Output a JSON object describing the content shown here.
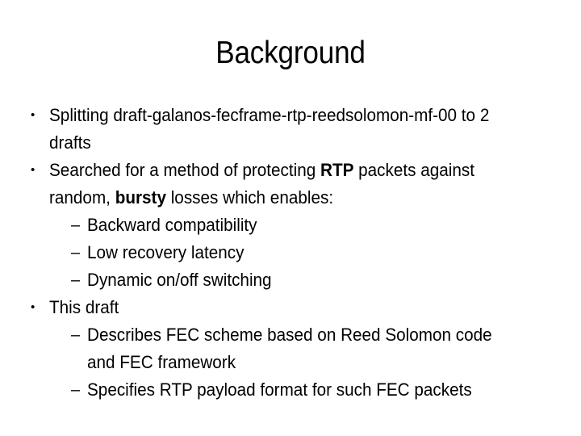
{
  "slide": {
    "title": "Background",
    "background_color": "#ffffff",
    "text_color": "#000000",
    "bullet_marker": "•",
    "dash_marker": "–",
    "content": [
      {
        "level": 1,
        "marker": "•",
        "text": "Splitting draft-galanos-fecframe-rtp-reedsolomon-mf-00 to 2 drafts",
        "html": "Splitting draft-galanos-fecframe-rtp-reedsolomon-mf-00 to 2 drafts"
      },
      {
        "level": 1,
        "marker": "•",
        "text": "Searched for a method of protecting RTP packets against random, bursty losses which enables:",
        "html": "Searched for a method of protecting <b>RTP</b> packets against random, <b>bursty</b> losses which enables:"
      },
      {
        "level": 2,
        "marker": "–",
        "text": "Backward compatibility",
        "html": "Backward compatibility"
      },
      {
        "level": 2,
        "marker": "–",
        "text": "Low recovery latency",
        "html": "Low recovery latency"
      },
      {
        "level": 2,
        "marker": "–",
        "text": "Dynamic on/off switching",
        "html": "Dynamic on/off switching"
      },
      {
        "level": 1,
        "marker": "•",
        "text": "This draft",
        "html": "This draft"
      },
      {
        "level": 2,
        "marker": "–",
        "text": "Describes FEC scheme based on Reed Solomon code and FEC framework",
        "html": "Describes FEC scheme based on Reed Solomon code and FEC framework"
      },
      {
        "level": 2,
        "marker": "–",
        "text": "Specifies RTP payload format for such FEC packets",
        "html": "Specifies RTP payload format for such FEC packets"
      }
    ]
  }
}
